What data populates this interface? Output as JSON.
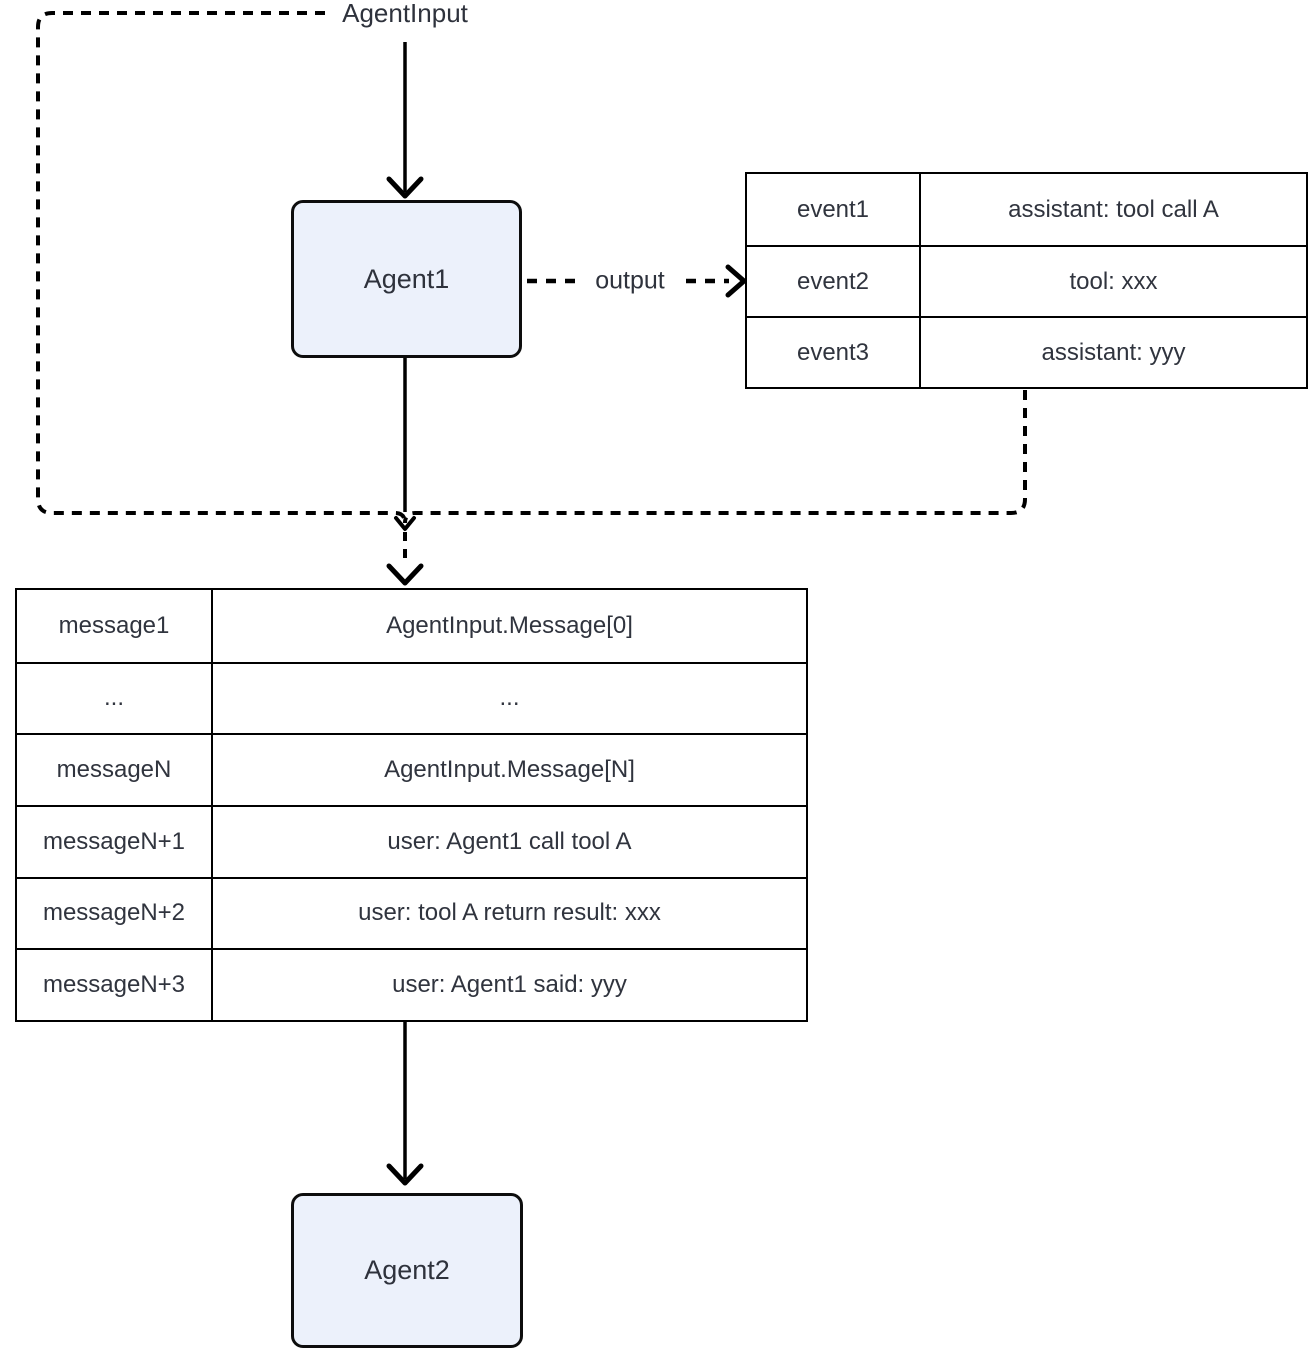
{
  "labels": {
    "agent_input": "AgentInput",
    "output": "output"
  },
  "nodes": {
    "agent1": "Agent1",
    "agent2": "Agent2"
  },
  "event_table": {
    "rows": [
      {
        "key": "event1",
        "value": "assistant: tool call A"
      },
      {
        "key": "event2",
        "value": "tool: xxx"
      },
      {
        "key": "event3",
        "value": "assistant: yyy"
      }
    ]
  },
  "message_table": {
    "rows": [
      {
        "key": "message1",
        "value": "AgentInput.Message[0]"
      },
      {
        "key": "...",
        "value": "..."
      },
      {
        "key": "messageN",
        "value": "AgentInput.Message[N]"
      },
      {
        "key": "messageN+1",
        "value": "user: Agent1 call tool A"
      },
      {
        "key": "messageN+2",
        "value": "user: tool A return result: xxx"
      },
      {
        "key": "messageN+3",
        "value": "user: Agent1 said: yyy"
      }
    ]
  },
  "colors": {
    "node_fill": "#ecf1fb",
    "node_border": "#0d0d0d",
    "line": "#000000",
    "text": "#2e323c"
  }
}
